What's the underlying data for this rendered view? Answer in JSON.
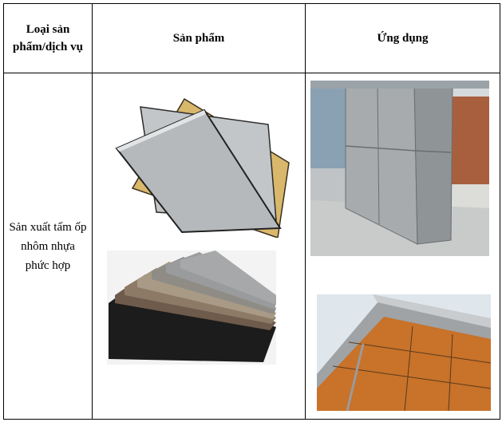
{
  "table": {
    "headers": [
      "Loại sản phẩm/dịch vụ",
      "Sản phẩm",
      "Ứng dụng"
    ],
    "rows": [
      {
        "service": "Sản xuất tấm ốp nhôm nhựa phức hợp"
      }
    ]
  },
  "colors": {
    "border": "#000000",
    "panel_silver": "#b9bcbe",
    "panel_gold": "#d9b86c",
    "panel_brown": "#7a6656",
    "facade_copper": "#c8722a"
  },
  "icons": [
    "composite-panel-sheets-image",
    "colored-panel-swatches-image",
    "building-column-cladding-image",
    "building-soffit-cladding-image"
  ]
}
